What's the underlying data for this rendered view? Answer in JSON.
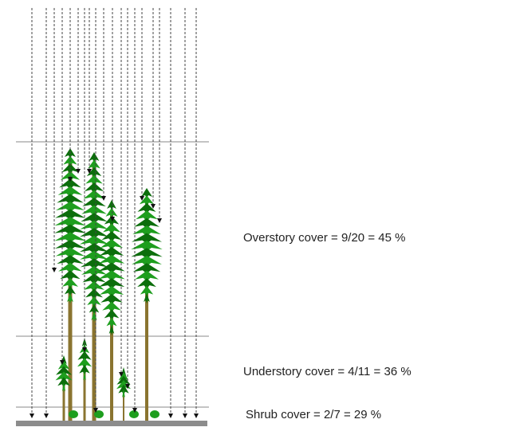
{
  "labels": {
    "overstory": "Overstory cover = 9/20 = 45 %",
    "understory": "Understory cover = 4/11 = 36 %",
    "shrub": "Shrub cover = 2/7 = 29 %"
  },
  "colors": {
    "line": "#444444",
    "layer_line": "#888888",
    "ground": "#8c8c8c",
    "foliage": "#1e9e1e",
    "foliage_dark": "#0c6e0c",
    "trunk": "#8a7430"
  }
}
